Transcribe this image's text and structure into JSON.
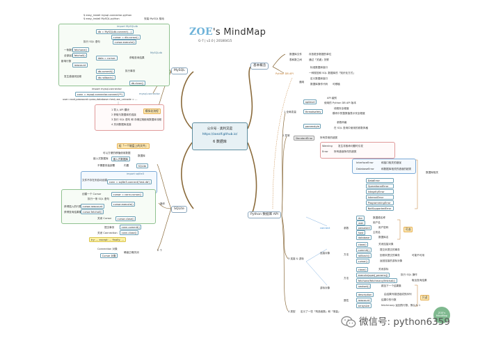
{
  "header": {
    "title_brand": "ZOE",
    "title_rest": "'s MindMap",
    "subtitle": "G-7 | v2.0 | 20180415"
  },
  "center": {
    "line1": "公众号 · 奥利又是",
    "line2": "https://zoezlf.github.io/",
    "line3": "6 数据库"
  },
  "branches": {
    "mysql": "MySQL",
    "sqlite": "SQLite",
    "basic": "基本概念",
    "python_api": "Python 数据库 API"
  },
  "mysql": {
    "install1": "$ easy_install mysql-connector-python",
    "install2": "$ easy_install MySQL-python",
    "install_note": "安装 MySQL 驱动",
    "import_mysqldb": "import MySQLdb",
    "connect": "db = MySQLdb.connect(...)",
    "cursor": "cursor = db.cursor()",
    "execute_label": "执行 SQL 语句",
    "execute": "cursor.execute()",
    "fetchone": "fetchone()",
    "fetchall": "fetchall()",
    "rowcount": "rowcount",
    "fetchone_note": "一条数据",
    "fetchall_note": "全部返回结果",
    "rowcount_note": "影响行数",
    "data_cursor": "data = cursor.",
    "query_label": "获取查询结果",
    "mysqldb_label": "MySQLdb",
    "commit": "db.commit()",
    "commit_note": "执行事务",
    "rollback": "db.rollback()",
    "rollback_note": "发生错误则回滚",
    "close": "db.close()",
    "import_connector": "import mysql.connector",
    "conn": "conn = mysql.connector.connect(**)",
    "conn_args": "user=root,password=pass,database=test,use_unicode = ...",
    "connector_label": "mysql.connector",
    "steps": [
      "1 导入 API 模块",
      "2 获取与数据库的连接",
      "3 执行 SQL 语句 和 存储过程",
      "4 关闭数据库连接"
    ],
    "steps_label": "模拟化流程",
    "steps_note": "使用数据库流程"
  },
  "sqlite": {
    "tip": "轻「一个磁盘上的文件」",
    "features": [
      "可以方便的移植使用数据",
      "嵌入式数据库",
      "不需要安装部署"
    ],
    "features_label": "数据库",
    "intro_label": "内置",
    "intro_code": "SQLite",
    "import": "import sqlite3",
    "connect": "conn = sqlite3.connect('test.db')",
    "connect_note": "文件不存在则自动创建",
    "cursor_create": "创建一个 Cursor",
    "cursor_create_code": "cursor = conn.cursor()",
    "exec_sql": "执行一条 SQL 语句",
    "exec_code": "cursor.execute()",
    "rowcount_label": "获得插入的行数",
    "rowcount_code": "cursor.rowcount",
    "fetchall_label": "获得查询结果集",
    "fetchall_code": "cursor.fetchall()",
    "close_cursor": "关闭 Cursor",
    "close_cursor_code": "cursor.close()",
    "commit_label": "提交事务",
    "commit_code": "conn.commit()",
    "close_conn_label": "关闭 Connection",
    "close_conn_code": "conn.close()",
    "try_note": "try: ... except: ... finally: ...",
    "ops_label": "操作",
    "connection_label": "Connection 对象",
    "cursor_obj_label": "Cursor 对象",
    "handle_note": "确保正确关闭",
    "two_objects": "2 个"
  },
  "basic": {
    "items": [
      {
        "term": "数据库文件",
        "desc": "存放更多数据的单位"
      },
      {
        "term": "表和数之间",
        "desc": "通过「关键」关联"
      }
    ],
    "db_api_label": "标准数据库接口",
    "python_db_api": "Python DB API",
    "api_note1": "一种规范和 SQL 数据库的「知识化方式」",
    "api_note2": "定义数据库接口",
    "api_note3": "数据库操作代码",
    "api_note4": "可移植",
    "api_note_general": "通用"
  },
  "python_api": {
    "section1": "1 全局变量",
    "apilevel": "apilevel",
    "apilevel_note": "API 级别",
    "apilevel_desc": "使用的 Python DB API 版本",
    "threadsafety": "threadsafety",
    "threadsafety_note": "线程安全程度",
    "threadsafety_desc": "模块中的整数值表示安全程度",
    "paramstyle": "paramstyle",
    "paramstyle_note": "参数风格",
    "paramstyle_desc": "在 SQL 查询中使用的参数风格",
    "section2": "2 异常",
    "standarderror": "StandardError",
    "std_desc": "所有异常的超类",
    "warning": "Warning",
    "warning_desc": "发生非致命问题时引发",
    "error": "Error",
    "error_desc": "所有错误条件的超类",
    "interface": "InterfaceError",
    "interface_desc": "和接口相关的错误",
    "database": "DatabaseError",
    "database_desc": "和数据库相关的错误的超类",
    "db_sub": [
      "DataError",
      "OperationalError",
      "IntegrityError",
      "InternalError",
      "ProgrammingError",
      "NotSupportedError"
    ],
    "db_sub_label": "数据库相关",
    "section3": "3 连接 & 游标",
    "connect_label": "connect",
    "connect_params_label": "参数",
    "connect_params": [
      {
        "name": "dsn",
        "desc": "数据源名称"
      },
      {
        "name": "user",
        "desc": "用户名"
      },
      {
        "name": "password",
        "desc": "用户密码"
      },
      {
        "name": "host",
        "desc": "主机名"
      },
      {
        "name": "database",
        "desc": "数据库名"
      }
    ],
    "optional": "可选",
    "conn_methods_label": "方法",
    "conn_obj_label": "连接对象",
    "conn_methods": [
      {
        "name": "close()",
        "desc": "关闭连接对象"
      },
      {
        "name": "commit()",
        "desc": "提交未提交的事务"
      },
      {
        "name": "rollback()",
        "desc": "回滚未提交的事务"
      },
      {
        "name": "cursor()",
        "desc": "返回连接的游标对象"
      }
    ],
    "rollback_note": "可能不可用",
    "cursor_obj_label": "游标对象",
    "cursor_methods_label": "方法",
    "cursor_methods": [
      {
        "name": "close()",
        "desc": "关闭游标"
      },
      {
        "name": "execute(oper[,params])",
        "desc": "执行 SQL 操作"
      },
      {
        "name": "fetchone/fetchmany/fetchall()",
        "desc": "取出查询结果"
      },
      {
        "name": "nextset()",
        "desc": "跳至下一个结果集"
      }
    ],
    "cursor_attrs_label": "属性",
    "cursor_attrs": [
      {
        "name": "description",
        "desc": "由结果列描述组成的序列"
      },
      {
        "name": "rowcount",
        "desc": "结果中的行数"
      },
      {
        "name": "arraysize",
        "desc": "fetchmany 返回的行数，默认为 1"
      }
    ],
    "readonly": "只读",
    "section4": "4 类型",
    "section4_desc": "定义了一些「构造函数」和「常量」"
  },
  "badge": {
    "line1": "ZOE's",
    "line2": "MindMap"
  },
  "watermark": {
    "text": "微信号: python6359"
  },
  "colors": {
    "accent": "#6fb3d9",
    "branch": "#8a6a3a",
    "link": "#c07a2c",
    "badge": "#7fb98f"
  }
}
